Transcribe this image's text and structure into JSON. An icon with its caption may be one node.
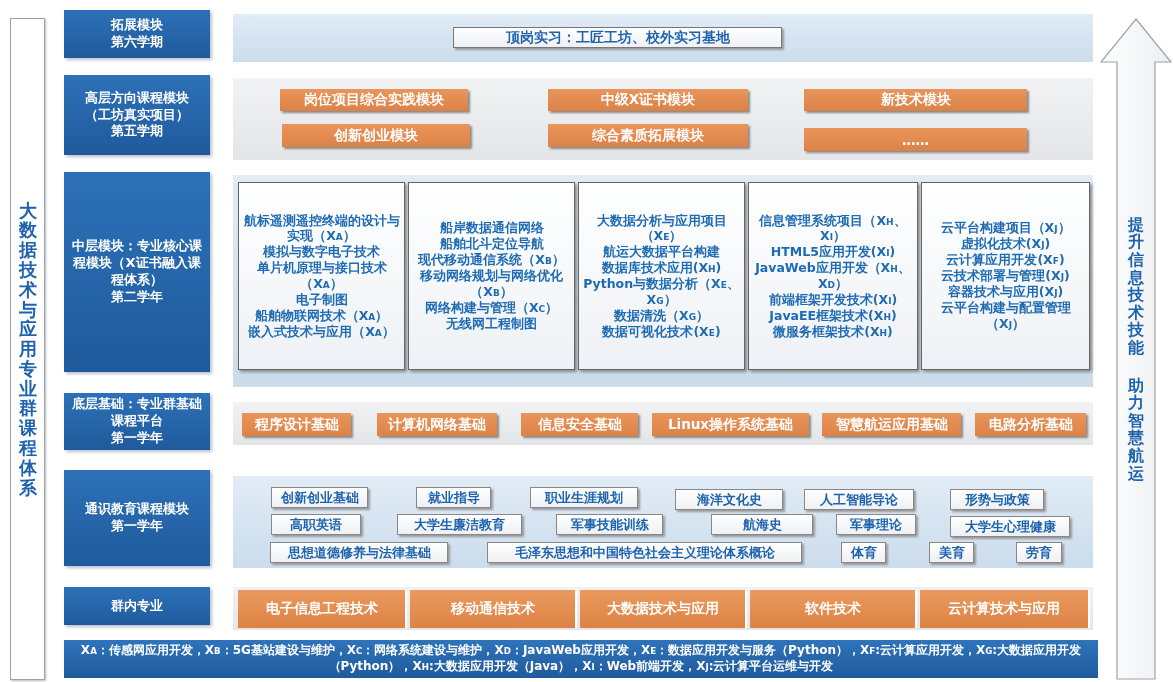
{
  "diagram": {
    "nodes": [
      {
        "text": [
          "大数据技术与应用专业群课程体系"
        ]
      },
      {
        "text": [
          "拓展模块",
          "第六学期"
        ]
      },
      {
        "text": [],
        "shape": "box"
      },
      {
        "text": [
          "顶岗实习：工匠工坊、校外实习基地"
        ],
        "in": 2
      },
      {
        "text": [
          "高层方向课程模块",
          "（工坊真实项目）",
          "第五学期"
        ]
      },
      {
        "text": [],
        "shape": "box"
      },
      {
        "text": [
          "岗位项目综合实践模块"
        ],
        "in": 5
      },
      {
        "text": [
          "中级X证书模块"
        ],
        "in": 5
      },
      {
        "text": [
          "新技术模块"
        ],
        "in": 5
      },
      {
        "text": [
          "创新创业模块"
        ],
        "in": 5
      },
      {
        "text": [
          "综合素质拓展模块"
        ],
        "in": 5
      },
      {
        "text": [
          "……"
        ],
        "in": 5
      },
      {
        "text": [
          "中层模块：专业核心课程模块（X证书融入课程体系）",
          "第二学年"
        ]
      },
      {
        "text": [],
        "shape": "box"
      },
      {
        "text": [
          "航标遥测遥控终端的设计与实现（X$_{A}$）",
          "模拟与数字电子技术",
          "单片机原理与接口技术（X$_{A}$）",
          "电子制图",
          "船舶物联网技术（X$_{A}$）",
          "嵌入式技术与应用（X$_{A}$）"
        ],
        "in": 13
      },
      {
        "text": [
          "船岸数据通信网络",
          "船舶北斗定位导航",
          "现代移动通信系统（X$_{B}$）",
          "移动网络规划与网络优化（X$_{B}$）",
          "网络构建与管理（X$_{C}$）",
          "无线网工程制图"
        ],
        "in": 13
      },
      {
        "text": [
          "大数据分析与应用项目（X$_{E}$）",
          "航运大数据平台构建",
          "数据库技术应用(X$_{H}$)",
          "Python与数据分析（X$_{E}$、X$_{G}$）",
          "数据清洗（X$_{G}$）",
          "数据可视化技术(X$_{E}$)"
        ],
        "in": 13
      },
      {
        "text": [
          "信息管理系统项目（X$_{H}$、X$_{I}$）",
          "HTML5应用开发(X$_{I}$)",
          "JavaWeb应用开发（X$_{H}$、X$_{D}$）",
          "前端框架开发技术(X$_{I}$)",
          "JavaEE框架技术(X$_{H}$)",
          "微服务框架技术(X$_{H}$)"
        ],
        "in": 13
      },
      {
        "text": [
          "云平台构建项目（X$_{J}$）",
          "虚拟化技术(X$_{J}$)",
          "云计算应用开发(X$_{F}$)",
          "云技术部署与管理(X$_{J}$)",
          "容器技术与应用(X$_{J}$)",
          "云平台构建与配置管理（X$_{J}$）"
        ],
        "in": 13
      },
      {
        "text": [
          "底层基础：专业群基础课程平台",
          "第一学年"
        ]
      },
      {
        "text": [],
        "shape": "box"
      },
      {
        "text": [
          "程序设计基础"
        ],
        "in": 20
      },
      {
        "text": [
          "计算机网络基础"
        ],
        "in": 20
      },
      {
        "text": [
          "信息安全基础"
        ],
        "in": 20
      },
      {
        "text": [
          "Linux操作系统基础"
        ],
        "in": 20
      },
      {
        "text": [
          "智慧航运应用基础"
        ],
        "in": 20
      },
      {
        "text": [
          "电路分析基础"
        ],
        "in": 20
      },
      {
        "text": [
          "通识教育课程模块",
          "第一学年"
        ]
      },
      {
        "text": [],
        "shape": "box"
      },
      {
        "text": [
          "创新创业基础"
        ],
        "in": 28
      },
      {
        "text": [
          "就业指导"
        ],
        "in": 28
      },
      {
        "text": [
          "职业生涯规划"
        ],
        "in": 28
      },
      {
        "text": [
          "海洋文化史"
        ],
        "in": 28
      },
      {
        "text": [
          "人工智能导论"
        ],
        "in": 28
      },
      {
        "text": [
          "形势与政策"
        ],
        "in": 28
      },
      {
        "text": [
          "高职英语"
        ],
        "in": 28
      },
      {
        "text": [
          "大学生廉洁教育"
        ],
        "in": 28
      },
      {
        "text": [
          "军事技能训练"
        ],
        "in": 28
      },
      {
        "text": [
          "航海史"
        ],
        "in": 28
      },
      {
        "text": [
          "军事理论"
        ],
        "in": 28
      },
      {
        "text": [
          "大学生心理健康"
        ],
        "in": 28
      },
      {
        "text": [
          "思想道德修养与法律基础"
        ],
        "in": 28
      },
      {
        "text": [
          "毛泽东思想和中国特色社会主义理论体系概论"
        ],
        "in": 28
      },
      {
        "text": [
          "体育"
        ],
        "in": 28
      },
      {
        "text": [
          "美育"
        ],
        "in": 28
      },
      {
        "text": [
          "劳育"
        ],
        "in": 28
      },
      {
        "text": [
          "群内专业"
        ]
      },
      {
        "text": [],
        "shape": "box"
      },
      {
        "text": [
          "电子信息工程技术"
        ],
        "in": 47
      },
      {
        "text": [
          "移动通信技术"
        ],
        "in": 47
      },
      {
        "text": [
          "大数据技术与应用"
        ],
        "in": 47
      },
      {
        "text": [
          "软件技术"
        ],
        "in": 47
      },
      {
        "text": [
          "云计算技术与应用"
        ],
        "in": 47
      },
      {
        "text": [
          "X$_{A}$：传感网应用开发，X$_{B}$：5G基站建设与维护，X$_{C}$：网络系统建设与维护，X$_{D}$：JavaWeb应用开发，X$_{E}$：数据应用开发与服务（Python），X$_{F}$:云计算应用开发，X$_{G}$:大数据应用开发（Python），X$_{H}$:大数据应用开发（Java），X$_{I}$：Web前端开发，X$_{J}$:云计算平台运维与开发"
        ]
      },
      {
        "text": [
          "提升信息技术技能",
          "助力智慧航运"
        ]
      }
    ]
  }
}
